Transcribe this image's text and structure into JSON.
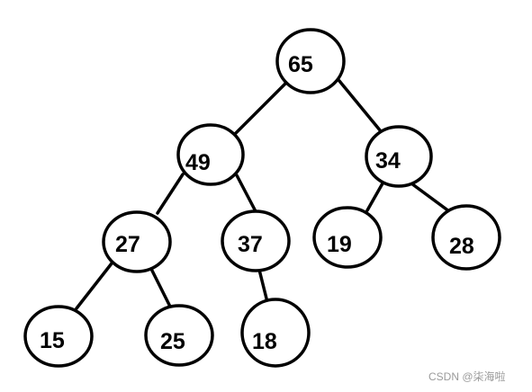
{
  "diagram": {
    "type": "binary-tree",
    "colors": {
      "stroke": "#000000",
      "fill": "#ffffff",
      "text": "#000000"
    },
    "nodes": [
      {
        "id": "n65",
        "label": "65"
      },
      {
        "id": "n49",
        "label": "49"
      },
      {
        "id": "n34",
        "label": "34"
      },
      {
        "id": "n27",
        "label": "27"
      },
      {
        "id": "n37",
        "label": "37"
      },
      {
        "id": "n19",
        "label": "19"
      },
      {
        "id": "n28",
        "label": "28"
      },
      {
        "id": "n15",
        "label": "15"
      },
      {
        "id": "n25",
        "label": "25"
      },
      {
        "id": "n18",
        "label": "18"
      }
    ],
    "edges": [
      {
        "from": "n65",
        "to": "n49"
      },
      {
        "from": "n65",
        "to": "n34"
      },
      {
        "from": "n49",
        "to": "n27"
      },
      {
        "from": "n49",
        "to": "n37"
      },
      {
        "from": "n34",
        "to": "n19"
      },
      {
        "from": "n34",
        "to": "n28"
      },
      {
        "from": "n27",
        "to": "n15"
      },
      {
        "from": "n27",
        "to": "n25"
      },
      {
        "from": "n37",
        "to": "n18"
      }
    ]
  },
  "watermark": {
    "text": "CSDN @柒海啦"
  }
}
